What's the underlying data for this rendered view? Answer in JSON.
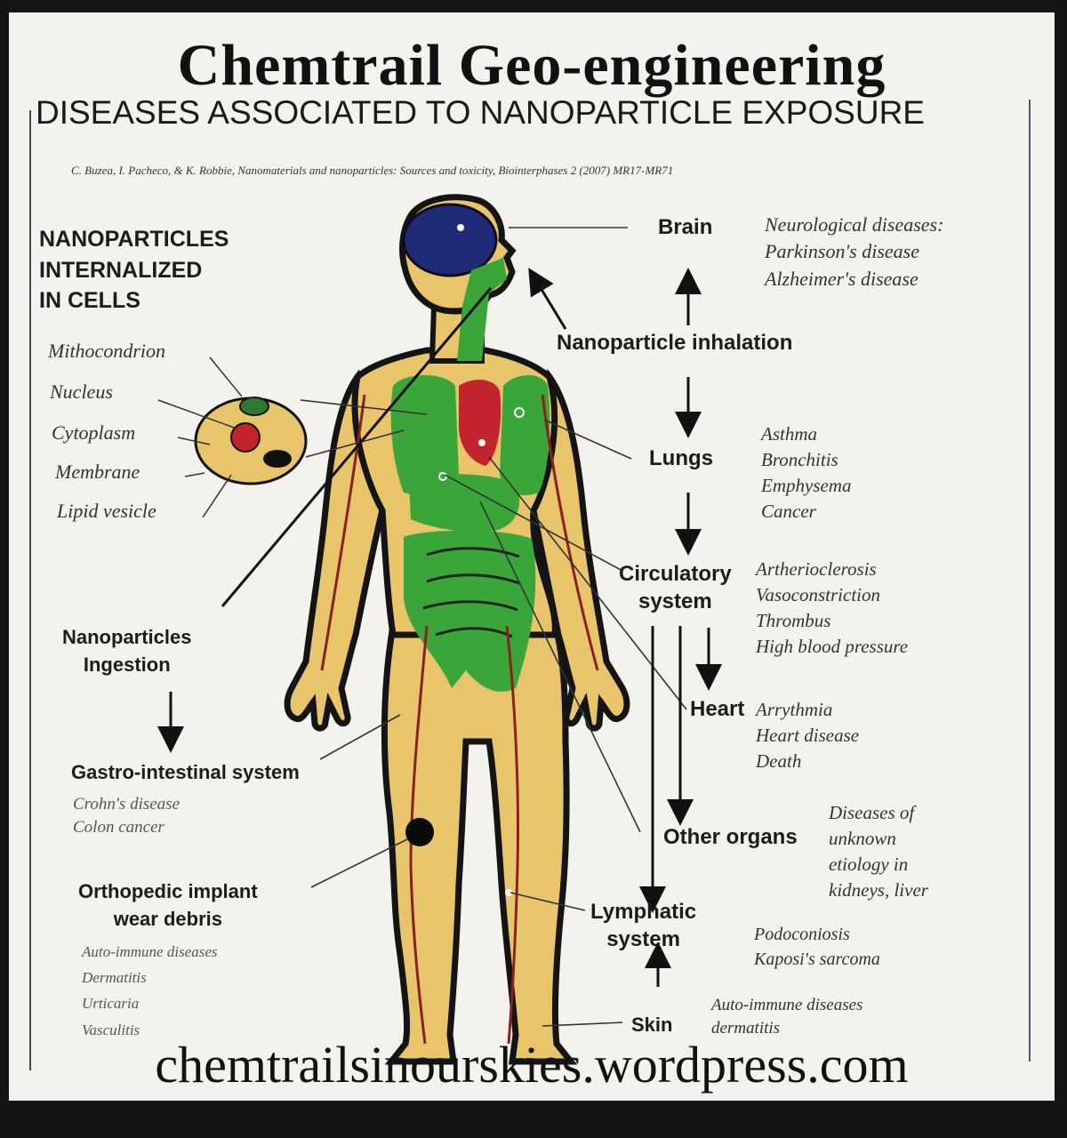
{
  "title": "Chemtrail Geo-engineering",
  "subtitle": "DISEASES ASSOCIATED TO NANOPARTICLE EXPOSURE",
  "citation": "C. Buzea, I. Pacheco, & K. Robbie, Nanomaterials and nanoparticles: Sources and toxicity, Biointerphases 2 (2007) MR17-MR71",
  "footer": "chemtrailsinourskies.wordpress.com",
  "left": {
    "cells_heading": [
      "NANOPARTICLES",
      "INTERNALIZED",
      "IN CELLS"
    ],
    "cell_parts": [
      "Mithocondrion",
      "Nucleus",
      "Cytoplasm",
      "Membrane",
      "Lipid vesicle"
    ],
    "ingestion": [
      "Nanoparticles",
      "Ingestion"
    ],
    "gastro": {
      "label": "Gastro-intestinal system",
      "diseases": [
        "Crohn's disease",
        "Colon cancer"
      ]
    },
    "implant": {
      "label": [
        "Orthopedic implant",
        "wear debris"
      ],
      "diseases": [
        "Auto-immune diseases",
        "Dermatitis",
        "Urticaria",
        "Vasculitis"
      ]
    }
  },
  "right": {
    "brain": {
      "label": "Brain",
      "diseases": [
        "Neurological diseases:",
        "Parkinson's disease",
        "Alzheimer's disease"
      ]
    },
    "inhalation": "Nanoparticle inhalation",
    "lungs": {
      "label": "Lungs",
      "diseases": [
        "Asthma",
        "Bronchitis",
        "Emphysema",
        "Cancer"
      ]
    },
    "circulatory": {
      "label": [
        "Circulatory",
        "system"
      ],
      "diseases": [
        "Artherioclerosis",
        "Vasoconstriction",
        "Thrombus",
        "High blood pressure"
      ]
    },
    "heart": {
      "label": "Heart",
      "diseases": [
        "Arrythmia",
        "Heart disease",
        "Death"
      ]
    },
    "other": {
      "label": "Other organs",
      "diseases": [
        "Diseases of",
        "unknown",
        "etiology in",
        "kidneys, liver"
      ]
    },
    "lymphatic": {
      "label": [
        "Lymphatic",
        "system"
      ],
      "diseases": [
        "Podoconiosis",
        "Kaposi's sarcoma"
      ]
    },
    "skin": {
      "label": "Skin",
      "diseases": [
        "Auto-immune diseases",
        "dermatitis"
      ]
    }
  },
  "colors": {
    "body": "#e8c46a",
    "outline": "#141414",
    "organs": "#3aa63a",
    "heart": "#c3232c",
    "brain": "#1f2a78",
    "vessels": "#8b2020"
  }
}
